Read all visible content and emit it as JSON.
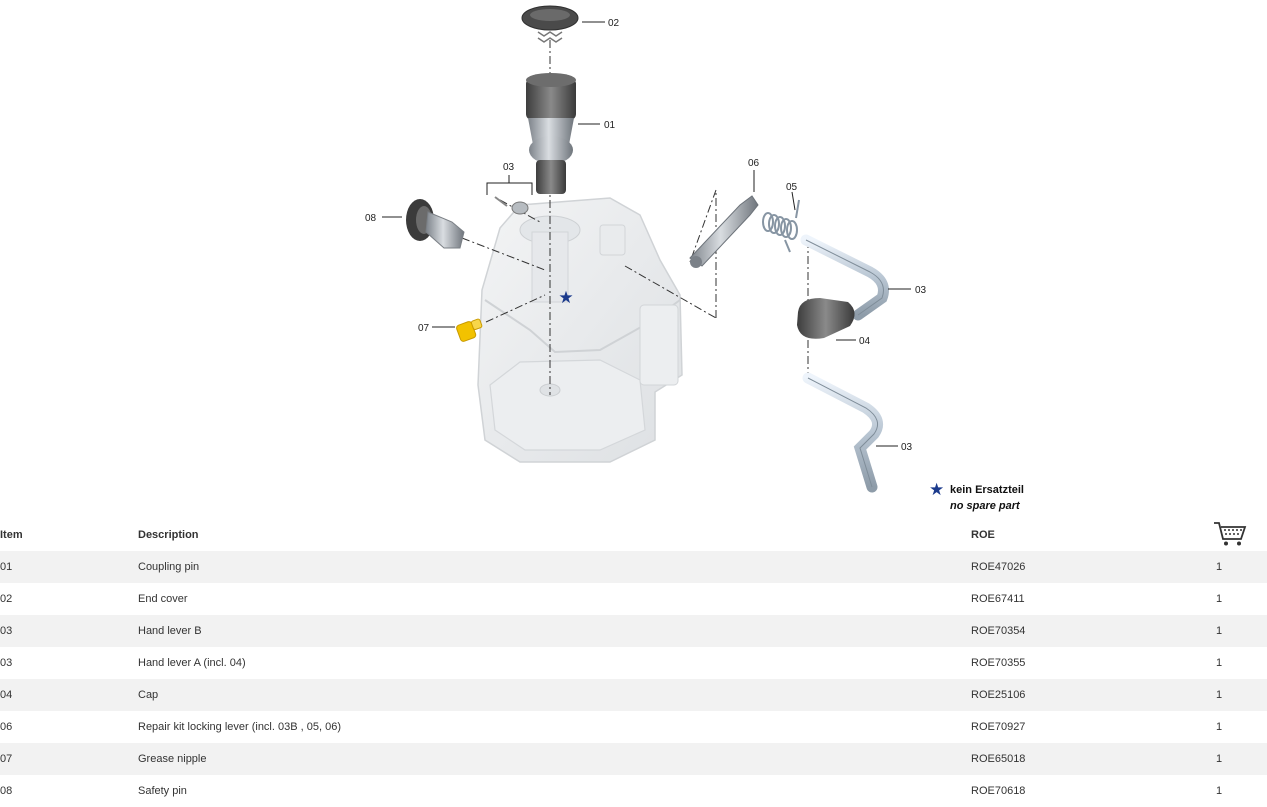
{
  "diagram": {
    "callouts": [
      "02",
      "01",
      "03",
      "08",
      "07",
      "06",
      "05",
      "03",
      "04",
      "03"
    ],
    "colors": {
      "part_dark": "#555555",
      "part_metal": "#a9afb6",
      "housing": "#e8eaec",
      "nipple": "#f2c200",
      "star": "#1b3a8c"
    }
  },
  "legend": {
    "star_label_de": "kein Ersatzteil",
    "star_label_en": "no spare part"
  },
  "table": {
    "headers": {
      "item": "Item",
      "description": "Description",
      "roe": "ROE",
      "cart_icon": "cart-icon"
    },
    "rows": [
      {
        "item": "01",
        "description": "Coupling pin",
        "roe": "ROE47026",
        "qty": "1"
      },
      {
        "item": "02",
        "description": "End cover",
        "roe": "ROE67411",
        "qty": "1"
      },
      {
        "item": "03",
        "description": "Hand lever B",
        "roe": "ROE70354",
        "qty": "1"
      },
      {
        "item": "03",
        "description": "Hand lever A (incl. 04)",
        "roe": "ROE70355",
        "qty": "1"
      },
      {
        "item": "04",
        "description": "Cap",
        "roe": "ROE25106",
        "qty": "1"
      },
      {
        "item": "06",
        "description": "Repair kit locking lever (incl. 03B , 05, 06)",
        "roe": "ROE70927",
        "qty": "1"
      },
      {
        "item": "07",
        "description": "Grease nipple",
        "roe": "ROE65018",
        "qty": "1"
      },
      {
        "item": "08",
        "description": "Safety pin",
        "roe": "ROE70618",
        "qty": "1"
      }
    ]
  }
}
